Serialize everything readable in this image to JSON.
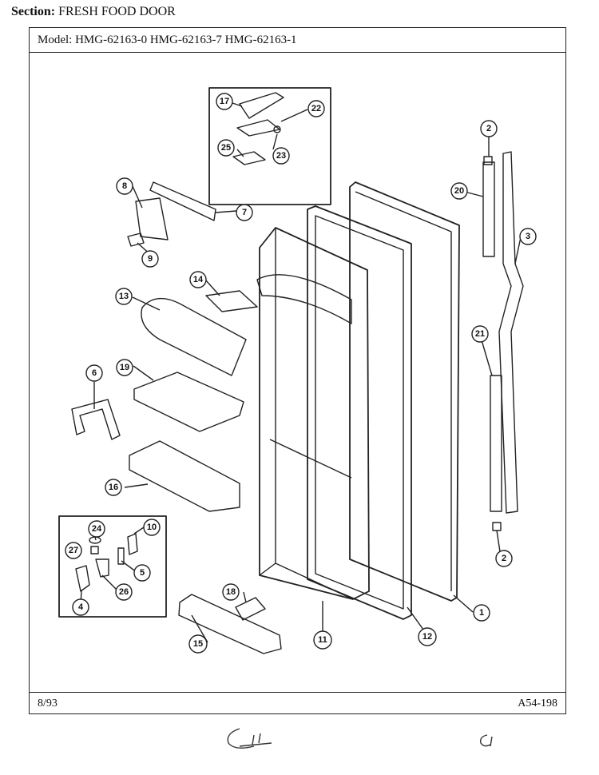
{
  "header": {
    "section_label": "Section:",
    "section_value": "FRESH FOOD DOOR"
  },
  "model_line": "Model:  HMG-62163-0  HMG-62163-7  HMG-62163-1",
  "footer": {
    "date": "8/93",
    "doc_code": "A54-198"
  },
  "callouts": [
    "1",
    "2",
    "3",
    "4",
    "5",
    "6",
    "7",
    "8",
    "9",
    "10",
    "11",
    "12",
    "13",
    "14",
    "15",
    "16",
    "17",
    "18",
    "19",
    "20",
    "21",
    "22",
    "23",
    "24",
    "25",
    "26",
    "27"
  ],
  "signature": {
    "text": "CⅡ",
    "mark": "cr"
  }
}
